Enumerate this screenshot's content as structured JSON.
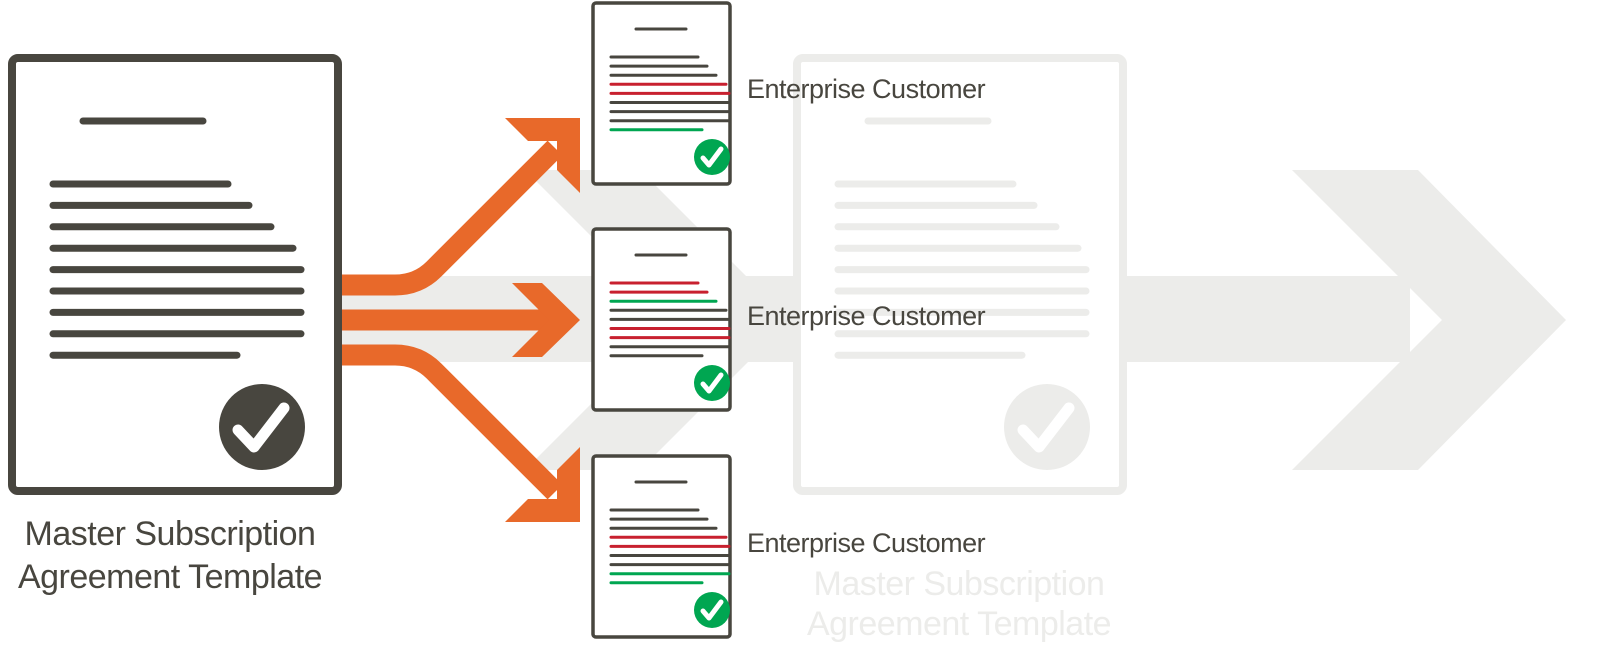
{
  "colors": {
    "dark": "#48463f",
    "orange": "#e8692a",
    "red": "#c8202f",
    "green": "#00a651",
    "faded": "#ececea"
  },
  "master": {
    "line1": "Master Subscription",
    "line2": "Agreement Template"
  },
  "customers": [
    {
      "label": "Enterprise Customer",
      "lines": [
        "d",
        "d",
        "d",
        "r",
        "r",
        "d",
        "d",
        "d",
        "g"
      ]
    },
    {
      "label": "Enterprise Customer",
      "lines": [
        "r",
        "r",
        "g",
        "d",
        "d",
        "r",
        "r",
        "d",
        "d"
      ]
    },
    {
      "label": "Enterprise Customer",
      "lines": [
        "d",
        "d",
        "d",
        "r",
        "r",
        "d",
        "d",
        "g",
        "g"
      ]
    }
  ]
}
